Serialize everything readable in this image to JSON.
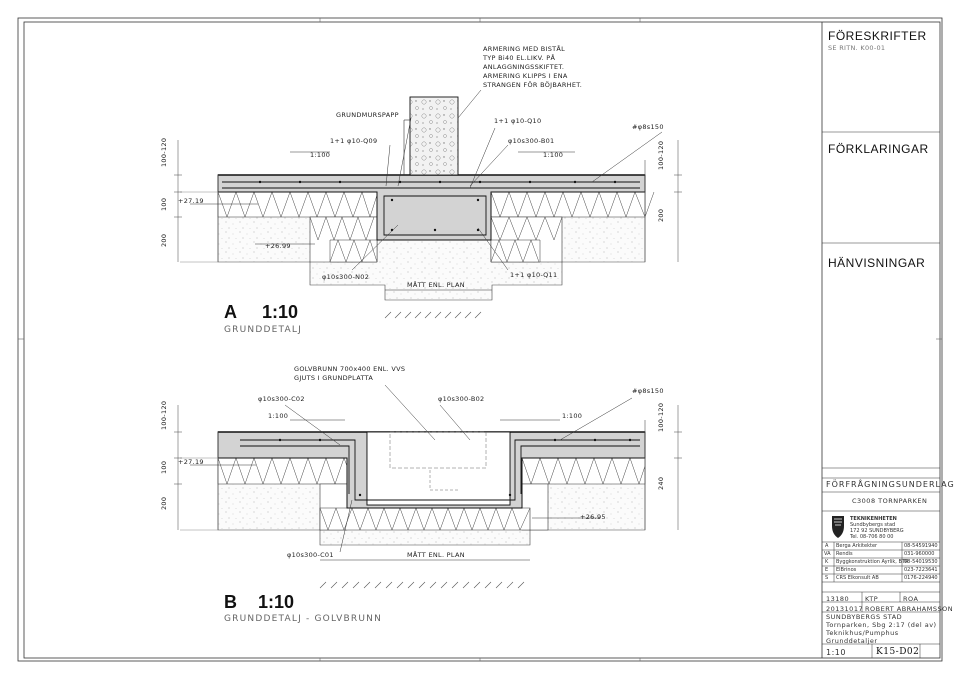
{
  "right_panel": {
    "foreskrifter": "FÖRESKRIFTER",
    "se_ritn": "SE RITN. K00-01",
    "forklaringar": "FÖRKLARINGAR",
    "hanvisningar": "HÄNVISNINGAR"
  },
  "detail_a": {
    "letter": "A",
    "scale": "1:10",
    "caption": "GRUNDDETALJ",
    "notes": {
      "armering": [
        "ARMERING MED BISTÅL",
        "TYP Bi40 EL.LIKV. PÅ",
        "ANLAGGNINGSSKIFTET.",
        "ARMERING KLIPPS I ENA",
        "STRANGEN FÖR BÖJBARHET."
      ],
      "grundmurspapp": "GRUNDMURSPAPP",
      "q10": "1+1 φ10-Q10",
      "q09": "1+1 φ10-Q09",
      "b01": "φ10s300-B01",
      "mesh": "#φ8s150",
      "slope_left": "1:100",
      "slope_right": "1:100",
      "level_top": "+27.19",
      "level_bottom": "+26.99",
      "n02": "φ10s300-N02",
      "q11": "1+1 φ10-Q11",
      "matt": "MÅTT ENL. PLAN"
    },
    "dims": {
      "l1": "100-120",
      "l2": "100",
      "l3": "200",
      "r1": "100-120",
      "r2": "200"
    }
  },
  "detail_b": {
    "letter": "B",
    "scale": "1:10",
    "caption": "GRUNDDETALJ - GOLVBRUNN",
    "notes": {
      "golvbrunn": [
        "GOLVBRUNN 700x400 ENL. VVS",
        "GJUTS I GRUNDPLATTA"
      ],
      "c02": "φ10s300-C02",
      "b02": "φ10s300-B02",
      "mesh": "#φ8s150",
      "slope_left": "1:100",
      "slope_right": "1:100",
      "level_top": "+27.19",
      "level_bottom": "+26.95",
      "c01": "φ10s300-C01",
      "matt": "MÅTT ENL. PLAN"
    },
    "dims": {
      "l1": "100-120",
      "l2": "100",
      "l3": "200",
      "r1": "100-120",
      "r2": "240"
    }
  },
  "title_block": {
    "status": "FÖRFRÅGNINGSUNDERLAG",
    "project": "C3008 TORNPARKEN",
    "company": "TEKNIKENHETEN",
    "address": [
      "Sundbybergs stad",
      "172 92 SUNDBYBERG",
      "Tel. 08-706 80 00"
    ],
    "consultants": [
      {
        "code": "A",
        "name": "Berga Arkitekter",
        "phone": "08-54591940"
      },
      {
        "code": "VA",
        "name": "Rendis",
        "phone": "031-960000"
      },
      {
        "code": "K",
        "name": "Byggkonstruktion Ayrlik, BTR",
        "phone": "08-54019530"
      },
      {
        "code": "E",
        "name": "ElBrinos",
        "phone": "023-7223641"
      },
      {
        "code": "S",
        "name": "CRS Elkonsult AB",
        "phone": "0176-224940"
      }
    ],
    "uppdrag": "13180",
    "handlaggare": "KTP",
    "granskad": "ROA",
    "datum": "20131017",
    "ansvarig": "ROBERT ABRAHAMSSON",
    "client": "SUNDBYBERGS STAD",
    "desc": [
      "Tornparken, Sbg 2:17 (del av)",
      "Teknikhus/Pumphus",
      "Grunddetaljer"
    ],
    "scale": "1:10",
    "drawing_no": "K15-D02"
  }
}
